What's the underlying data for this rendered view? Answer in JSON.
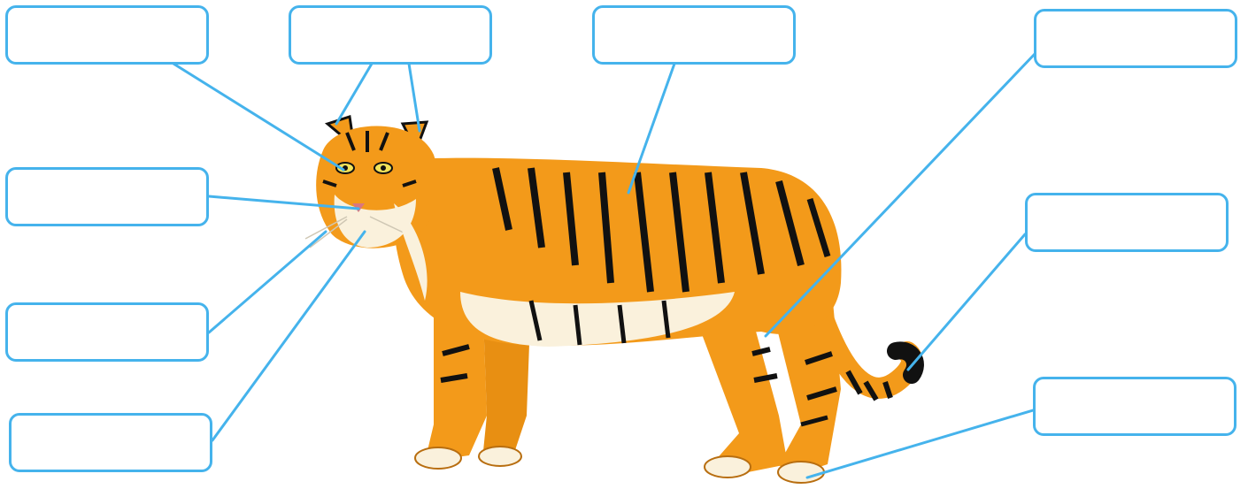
{
  "diagram": {
    "subject": "tiger",
    "line_color": "#45b3ec",
    "body_color": "#f39a1a",
    "stripe_color": "#111111",
    "belly_color": "#faf1dc",
    "labels": [
      {
        "id": "box-1",
        "text": ""
      },
      {
        "id": "box-2",
        "text": ""
      },
      {
        "id": "box-3",
        "text": ""
      },
      {
        "id": "box-4",
        "text": ""
      },
      {
        "id": "box-5",
        "text": ""
      },
      {
        "id": "box-6",
        "text": ""
      },
      {
        "id": "box-7",
        "text": ""
      },
      {
        "id": "box-8",
        "text": ""
      },
      {
        "id": "box-9",
        "text": ""
      }
    ]
  }
}
